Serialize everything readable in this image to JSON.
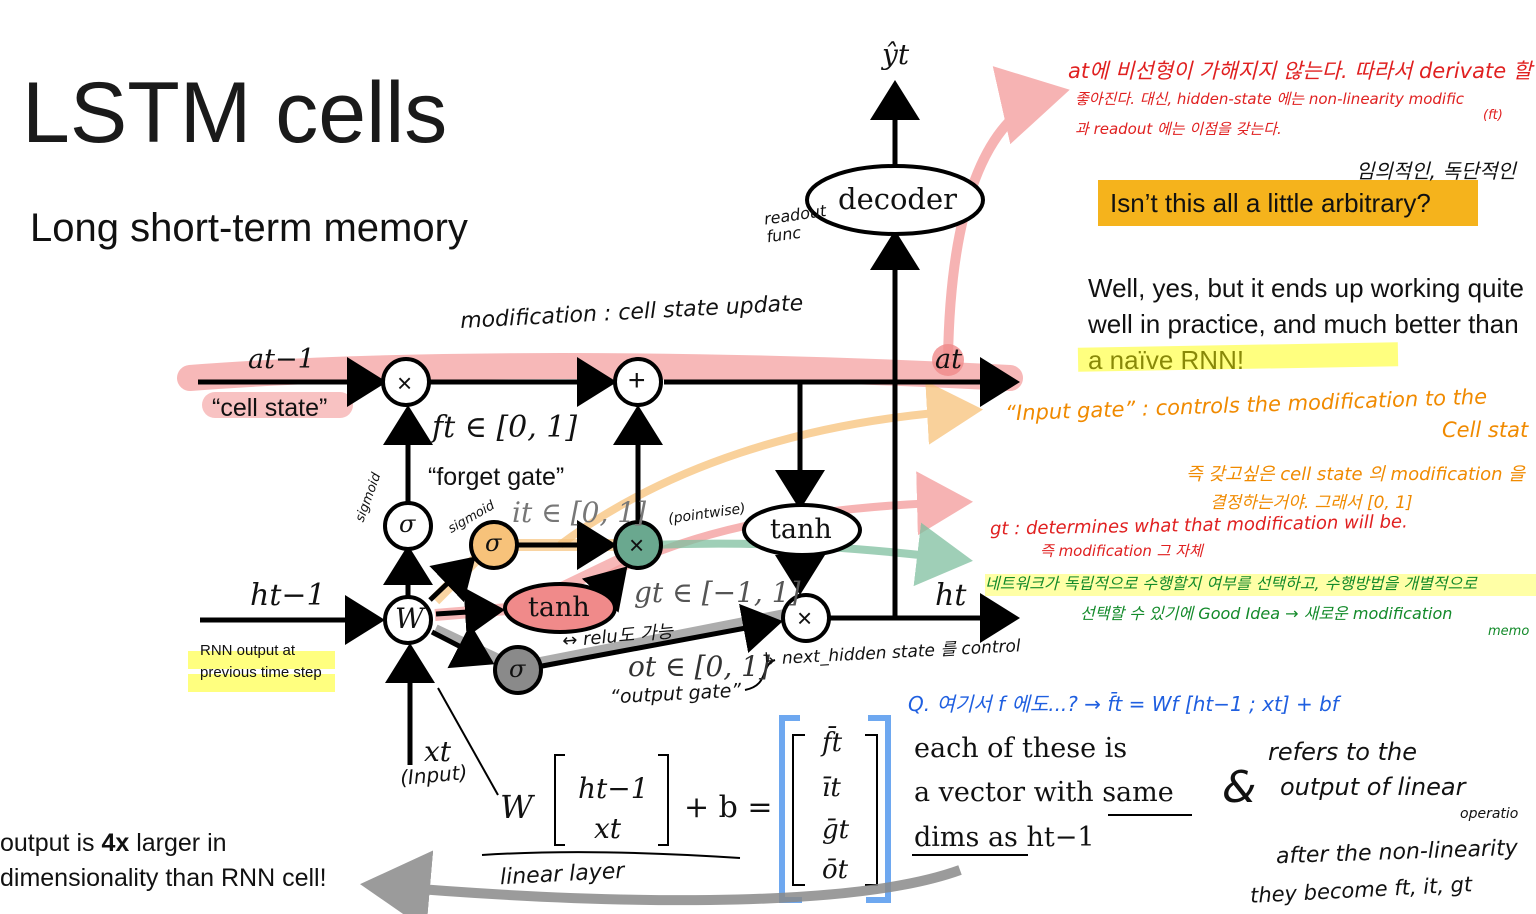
{
  "slide": {
    "title": "LSTM cells",
    "subtitle": "Long short-term memory",
    "question_banner": "Isn’t this all a little arbitrary?",
    "answer": "Well, yes, but it ends up working quite well in practice, and much better than a naïve RNN!",
    "bottom_note_prefix": "output is ",
    "bottom_note_bold": "4x",
    "bottom_note_suffix": " larger in dimensionality than RNN cell!"
  },
  "diagram": {
    "y_hat": "ŷt",
    "decoder": "decoder",
    "a_prev": "at−1",
    "a_t": "at",
    "cell_state_label": "“cell state”",
    "mult_symbol": "×",
    "plus_symbol": "+",
    "f_t": "ft ∈ [0, 1]",
    "forget_gate": "“forget gate”",
    "sigma": "σ",
    "i_t": "it ∈ [0, 1]",
    "tanh": "tanh",
    "g_t": "gt ∈ [−1, 1]",
    "h_prev": "ht−1",
    "h_t": "ht",
    "W": "W",
    "o_t": "ot ∈ [0, 1]",
    "x_t": "xt",
    "rnn_output_label": "RNN output at previous time step",
    "equation_W": "W",
    "equation_vec_top": "ht−1",
    "equation_vec_bottom": "xt",
    "equation_plus_b": "+ b =",
    "gate_bars": [
      "f̄t",
      "īt",
      "ḡt",
      "ōt"
    ],
    "vector_note_1": "each of these is",
    "vector_note_2": "a vector with same",
    "vector_note_3": "dims as ht−1"
  },
  "handwriting": {
    "red_top_1": "at에 비선형이 가해지지 않는다. 따라서 derivate 할",
    "red_top_2": "좋아진다. 대신, hidden-state 에는 non-linearity modific",
    "red_top_3": "과 readout 에는 이점을 갖는다.",
    "red_top_ft": "(ft)",
    "korean_black": "임의적인, 독단적인",
    "modification": "modification : cell state update",
    "readout": "readout func",
    "sigmoid_1": "sigmoid",
    "sigmoid_2": "sigmoid",
    "pointwise": "(pointwise)",
    "relu": "↔ relu도 가능",
    "next_hidden": "↳ next_hidden state 를 control",
    "output_gate": "“output gate”",
    "input_paren": "(Input)",
    "linear_layer": "linear layer",
    "input_gate_1": "“Input gate” : controls the modification to the",
    "input_gate_2": "Cell stat",
    "input_gate_3": "즉 갖고싶은 cell state 의 modification 을",
    "input_gate_4": "결정하는거야. 그래서 [0, 1]",
    "gt_1": "gt : determines what that modification will be.",
    "gt_2": "즉 modification 그 자체",
    "green_1": "네트워크가 독립적으로 수행할지 여부를 선택하고, 수행방법을 개별적으로",
    "green_2": "선택할 수 있기에 Good Idea → 새로운 modification",
    "green_3": "memo",
    "blue_q": "Q. 여기서 f 에도...? → f̄t = Wf [ht−1 ; xt] + bf",
    "amp": "&",
    "refers_1": "refers to the",
    "refers_2": "output of linear",
    "refers_3": "operatio",
    "after_1": "after the non-linearity",
    "after_2": "they become ft, it, gt"
  },
  "colors": {
    "red": "#e02020",
    "orange_banner": "#f5b31c",
    "sigma_orange": "#f7c27a",
    "tanh_red": "#f08a8a",
    "mult_green": "#6aa88f",
    "sigma_gray": "#8a8a8a",
    "highlight_yellow": "#ffff00",
    "bracket_blue": "#6ea8f0"
  }
}
